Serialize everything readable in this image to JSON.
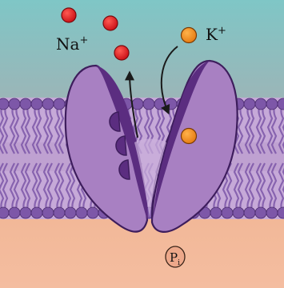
{
  "labels": {
    "sodium": "Na",
    "sodium_charge": "+",
    "potassium": "K",
    "potassium_charge": "+",
    "phosphate": "P",
    "phosphate_subscript": "i"
  },
  "colors": {
    "extracellular": "#7ec4c6",
    "cytoplasm": "#f2b898",
    "membrane": "#c6a9d8",
    "lipid_head": "#7d57a8",
    "pump": "#a880c2",
    "pump_dark": "#5b2d80",
    "sodium_ion": "#d8131a",
    "potassium_ion": "#f08a1c",
    "phosphate": "#eda88a"
  },
  "icons": {
    "sodium_ion": "red-circle",
    "potassium_ion": "orange-circle",
    "arrow": "curved-arrow"
  }
}
